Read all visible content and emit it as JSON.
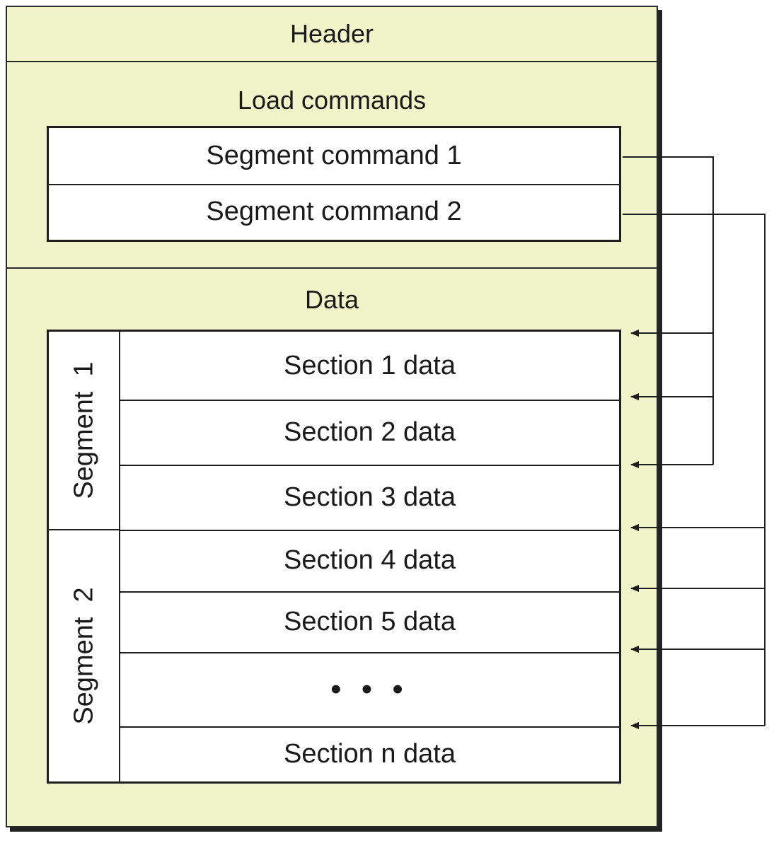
{
  "header": {
    "label": "Header"
  },
  "load_commands": {
    "label": "Load commands",
    "items": [
      "Segment command 1",
      "Segment command 2"
    ]
  },
  "data_region": {
    "label": "Data",
    "segments": [
      {
        "label": "Segment  1"
      },
      {
        "label": "Segment  2"
      }
    ],
    "sections": [
      "Section 1 data",
      "Section 2 data",
      "Section 3 data",
      "Section 4 data",
      "Section 5 data",
      "• • •",
      "Section n data"
    ]
  },
  "colors": {
    "panel_fill": "#f1f3c9",
    "box_fill": "#ffffff",
    "line": "#1f1f1f"
  }
}
